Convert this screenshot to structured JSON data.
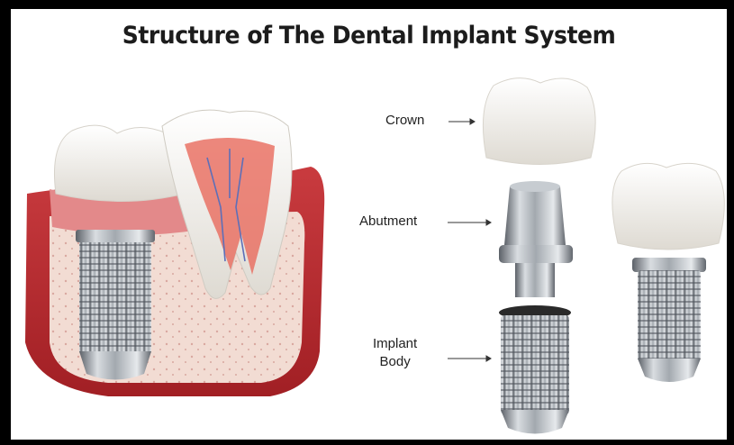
{
  "title": "Structure of The Dental Implant System",
  "labels": {
    "crown": "Crown",
    "abutment": "Abutment",
    "implant_body_line1": "Implant",
    "implant_body_line2": "Body"
  },
  "colors": {
    "gum": "#b8282c",
    "bone": "#f3ddd4",
    "enamel": "#f4f2ec",
    "metal": "#9aa0a6"
  }
}
